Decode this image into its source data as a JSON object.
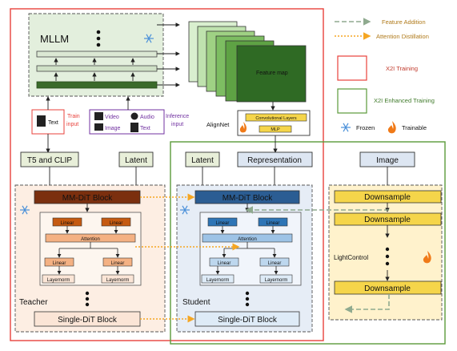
{
  "mllm": {
    "title": "MLLM"
  },
  "inputs": {
    "train_text": "Text",
    "train_label": [
      "Train",
      "input"
    ],
    "video": "Video",
    "audio": "Audio",
    "image": "Image",
    "text": "Text",
    "infer_label": [
      "Inference",
      "input"
    ]
  },
  "alignnet": {
    "label": "AlignNet",
    "feature_map": "Feature map",
    "conv": "Convolutional Layers",
    "mlp": "MLP"
  },
  "legend": {
    "feature_addition": "Feature Addition",
    "attention_distillation": "Attention  Distillation",
    "x2i_training": "X2I Training",
    "x2i_enhanced": "X2I Enhanced Training",
    "frozen": "Frozen",
    "trainable": "Trainable"
  },
  "headers": {
    "t5clip": "T5 and CLIP",
    "latent_teacher": "Latent",
    "latent_student": "Latent",
    "representation": "Representation",
    "image": "Image"
  },
  "teacher": {
    "mmdit": "MM-DiT Block",
    "linear_a": "Linear",
    "linear_b": "Linear",
    "attention": "Attention",
    "linear_c": "Linear",
    "linear_d": "Linear",
    "layernorm_a": "Layernorm",
    "layernorm_b": "Layernorm",
    "name": "Teacher",
    "single": "Single-DiT Block"
  },
  "student": {
    "mmdit": "MM-DiT Block",
    "linear_a": "Linear",
    "linear_b": "Linear",
    "attention": "Attention",
    "linear_c": "Linear",
    "linear_d": "Linear",
    "layernorm_a": "Layernorm",
    "layernorm_b": "Layernorm",
    "name": "Student",
    "single": "Single-DiT Block"
  },
  "lightcontrol": {
    "down1": "Downsample",
    "down2": "Downsample",
    "name": "LightControl",
    "down3": "Downsample"
  },
  "colors": {
    "red_frame": "#e8413b",
    "green_frame": "#5a9a3a",
    "mmdit_teacher": "#7b2f0e",
    "mmdit_student": "#2b5d93",
    "linear_teacher": "#c55a11",
    "linear_student": "#2e75b6",
    "downsample": "#f5d54a",
    "feature_addition": "#8faa8f",
    "attention_distillation": "#f5a623"
  }
}
